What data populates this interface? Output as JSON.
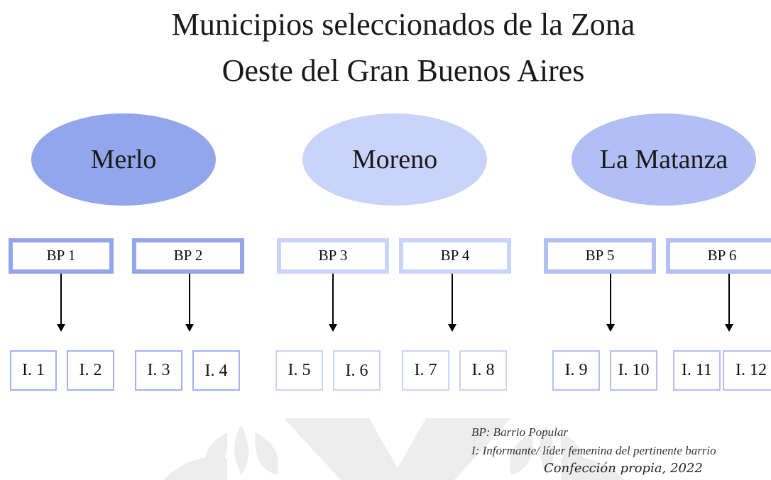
{
  "title": {
    "line1": "Municipios seleccionados de la Zona",
    "line2": "Oeste del Gran Buenos Aires"
  },
  "colors": {
    "merlo_fill": "#93A6EC",
    "moreno_fill": "#CAD4FA",
    "matanza_fill": "#B1BFF5",
    "merlo_border": "#93A6EC",
    "moreno_border": "#CAD4FA",
    "matanza_border": "#B1BFF5",
    "inf_border_merlo": "#A2B2EE",
    "inf_border_moreno": "#CAD4FA",
    "inf_border_matanza": "#B1BFF5",
    "watermark": "#ECECEC"
  },
  "municipios": [
    {
      "name": "Merlo"
    },
    {
      "name": "Moreno"
    },
    {
      "name": "La Matanza"
    }
  ],
  "barrios": [
    "BP 1",
    "BP 2",
    "BP 3",
    "BP 4",
    "BP 5",
    "BP 6"
  ],
  "informantes": [
    "I. 1",
    "I. 2",
    "I. 3",
    "I. 4",
    "I. 5",
    "I. 6",
    "I. 7",
    "I. 8",
    "I. 9",
    "I. 10",
    "I. 11",
    "I. 12"
  ],
  "legend": {
    "bp": "BP: Barrio Popular",
    "i": "I: Informante/ líder femenina del pertinente barrio"
  },
  "credit": "Confección propia, 2022"
}
